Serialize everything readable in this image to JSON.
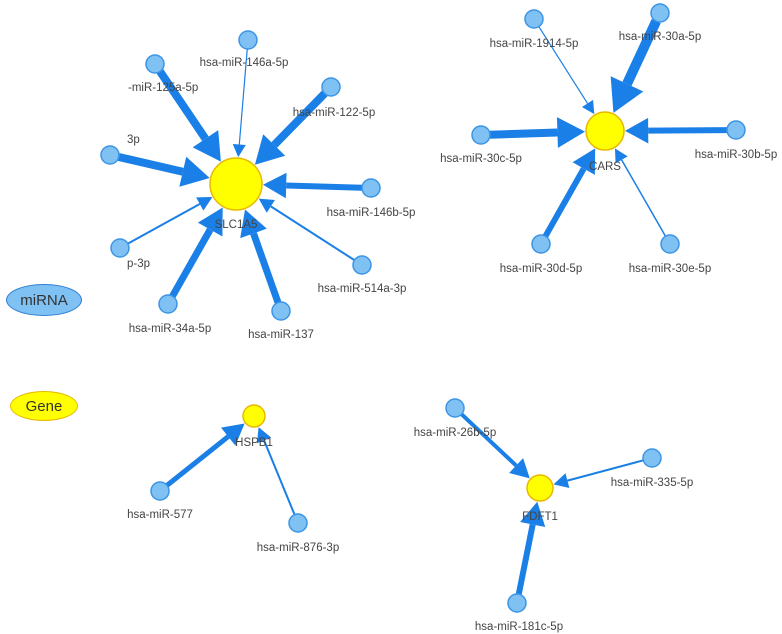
{
  "legend": {
    "mirna": "miRNA",
    "gene": "Gene"
  },
  "colors": {
    "mirna_fill": "#7fc1f3",
    "mirna_stroke": "#3d95e6",
    "gene_fill": "#ffff00",
    "gene_stroke": "#e8b800",
    "edge": "#1a7fe6",
    "label": "#444444"
  },
  "genes": [
    {
      "id": "SLC1A5",
      "label": "SLC1A5"
    },
    {
      "id": "CARS",
      "label": "CARS"
    },
    {
      "id": "HSPB1",
      "label": "HSPB1"
    },
    {
      "id": "FDFT1",
      "label": "FDFT1"
    }
  ],
  "mirnas": [
    {
      "id": "m1",
      "label": "hsa-miR-146a-5p"
    },
    {
      "id": "m2",
      "label": "-miR-125a-5p"
    },
    {
      "id": "m3",
      "label": "hsa-miR-122-5p"
    },
    {
      "id": "m4",
      "label": "3p"
    },
    {
      "id": "m5",
      "label": "hsa-miR-146b-5p"
    },
    {
      "id": "m6",
      "label": "p-3p"
    },
    {
      "id": "m7",
      "label": "hsa-miR-514a-3p"
    },
    {
      "id": "m8",
      "label": "hsa-miR-34a-5p"
    },
    {
      "id": "m9",
      "label": "hsa-miR-137"
    },
    {
      "id": "m10",
      "label": "hsa-miR-1914-5p"
    },
    {
      "id": "m11",
      "label": "hsa-miR-30a-5p"
    },
    {
      "id": "m12",
      "label": "hsa-miR-30c-5p"
    },
    {
      "id": "m13",
      "label": "hsa-miR-30b-5p"
    },
    {
      "id": "m14",
      "label": "hsa-miR-30d-5p"
    },
    {
      "id": "m15",
      "label": "hsa-miR-30e-5p"
    },
    {
      "id": "m16",
      "label": "hsa-miR-577"
    },
    {
      "id": "m17",
      "label": "hsa-miR-876-3p"
    },
    {
      "id": "m18",
      "label": "hsa-miR-26b-5p"
    },
    {
      "id": "m19",
      "label": "hsa-miR-335-5p"
    },
    {
      "id": "m20",
      "label": "hsa-miR-181c-5p"
    }
  ],
  "edges": [
    {
      "from": "m1",
      "to": "SLC1A5",
      "weight": 1
    },
    {
      "from": "m2",
      "to": "SLC1A5",
      "weight": 8
    },
    {
      "from": "m3",
      "to": "SLC1A5",
      "weight": 8
    },
    {
      "from": "m4",
      "to": "SLC1A5",
      "weight": 8
    },
    {
      "from": "m5",
      "to": "SLC1A5",
      "weight": 6
    },
    {
      "from": "m6",
      "to": "SLC1A5",
      "weight": 2
    },
    {
      "from": "m7",
      "to": "SLC1A5",
      "weight": 2
    },
    {
      "from": "m8",
      "to": "SLC1A5",
      "weight": 7
    },
    {
      "from": "m9",
      "to": "SLC1A5",
      "weight": 7
    },
    {
      "from": "m10",
      "to": "CARS",
      "weight": 1
    },
    {
      "from": "m11",
      "to": "CARS",
      "weight": 10
    },
    {
      "from": "m12",
      "to": "CARS",
      "weight": 8
    },
    {
      "from": "m13",
      "to": "CARS",
      "weight": 6
    },
    {
      "from": "m14",
      "to": "CARS",
      "weight": 6
    },
    {
      "from": "m15",
      "to": "CARS",
      "weight": 1.5
    },
    {
      "from": "m16",
      "to": "HSPB1",
      "weight": 5
    },
    {
      "from": "m17",
      "to": "HSPB1",
      "weight": 2
    },
    {
      "from": "m18",
      "to": "FDFT1",
      "weight": 4
    },
    {
      "from": "m19",
      "to": "FDFT1",
      "weight": 2
    },
    {
      "from": "m20",
      "to": "FDFT1",
      "weight": 6
    }
  ]
}
